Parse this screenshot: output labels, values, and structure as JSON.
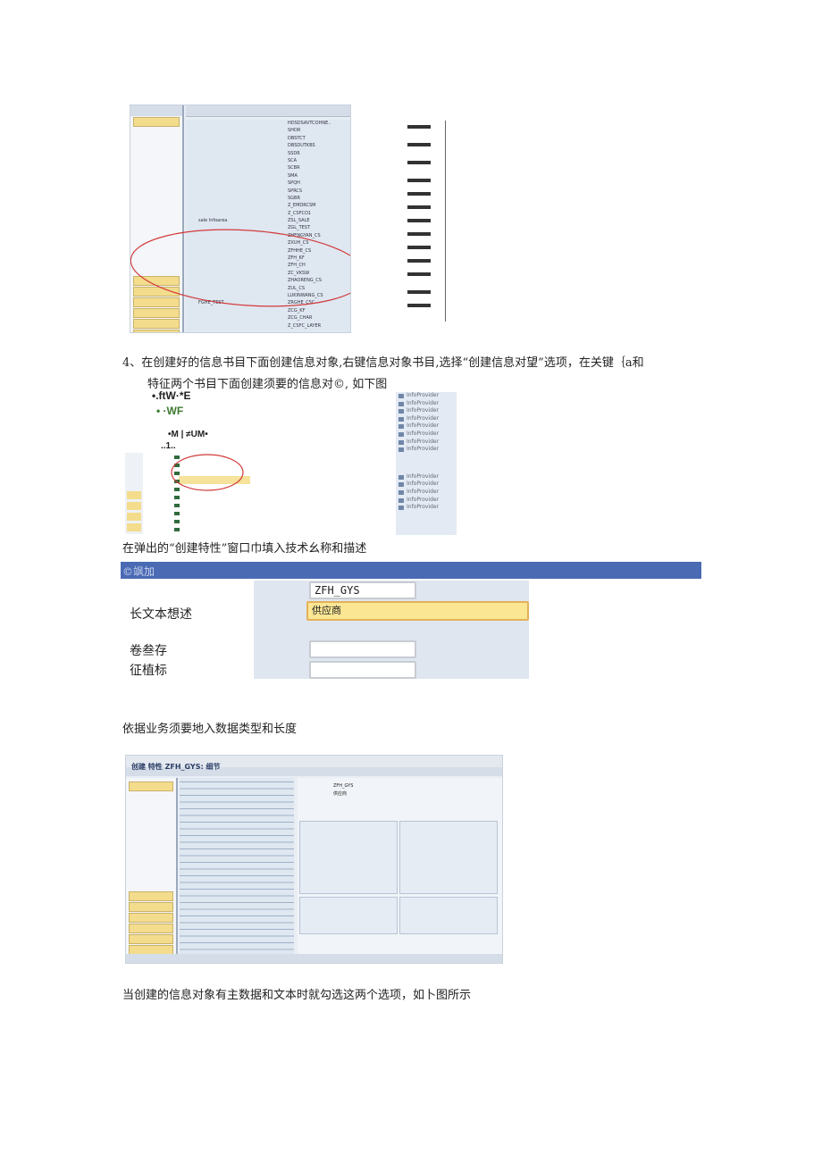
{
  "screenshot1": {
    "tree_rows": [
      {
        "tech": "HDSDSAVTCOHNE.."
      },
      {
        "tech": "SHOR"
      },
      {
        "tech": "DBSTCT"
      },
      {
        "tech": "DBSDUTKBS"
      },
      {
        "tech": "SSDR"
      },
      {
        "tech": "SCA"
      },
      {
        "tech": "SCBR"
      },
      {
        "tech": "SMA"
      },
      {
        "tech": "SPQH"
      },
      {
        "tech": "SPRCS"
      },
      {
        "tech": "SGBR"
      },
      {
        "tech": "Z_EMDRCSM"
      },
      {
        "tech": "Z_CSFCO1"
      },
      {
        "name": "sale Infoarea",
        "tech": "ZSL_SALE"
      },
      {
        "tech": "ZGL_TEST"
      },
      {
        "tech": "ZHENGYAN_CS"
      },
      {
        "tech": "ZXUH_CS"
      },
      {
        "tech": "ZFHHE_CS"
      },
      {
        "tech": "ZFH_KF"
      },
      {
        "tech": "ZFH_CH"
      },
      {
        "tech": "ZC_VKSW"
      },
      {
        "tech": "ZHAORENG_CS"
      },
      {
        "tech": "ZUL_CS"
      },
      {
        "tech": "LUKINWANG_CS"
      },
      {
        "name": "FGHE_TEST",
        "tech": "ZRGHE_CSC"
      },
      {
        "tech": "ZCG_KF"
      },
      {
        "tech": "ZCG_CHAR"
      },
      {
        "tech": "Z_CSFC_LAYER"
      }
    ]
  },
  "step4": {
    "line1": "4、在创建好的信息书目下面创建信息对象,右键信息对象书目,选择“创建信息对望”选项，在关键｛a和",
    "line2": "特征两个书目下面创建须要的信息对©, 如下图",
    "frag1": "•.ftW·*E",
    "frag2": "• ·WF",
    "frag3": "•M | ≠UM•",
    "frag4": "..1.."
  },
  "infoprovider_list": [
    "InfoProvider",
    "InfoProvider",
    "InfoProvider",
    "InfoProvider",
    "InfoProvider",
    "InfoProvider",
    "InfoProvider",
    "InfoProvider",
    "InfoProvider",
    "InfoProvider",
    "InfoProvider",
    "InfoProvider",
    "InfoProvider"
  ],
  "para_popup": "在弹出的“创建特性”窗口巾填入技术幺称和描述",
  "dialog": {
    "title": "©飒加",
    "title_color": "#4a6ab4",
    "tech_name_value": "ZFH_GYS",
    "long_text_label": "长文本想述",
    "long_text_value": "供应商",
    "label_ref": "卷叁存",
    "label_template": "征植标",
    "ref_value": "",
    "template_value": ""
  },
  "para_datatype": "依据业务须要地入数据类型和长度",
  "screenshot3": {
    "title": "创建 特性 ZFH_GYS: 细节",
    "tech_name": "ZFH_GYS",
    "desc": "供应商"
  },
  "para_master": "当创建的信息对象有主数据和文本时就勾选这两个选项，如卜图所示"
}
